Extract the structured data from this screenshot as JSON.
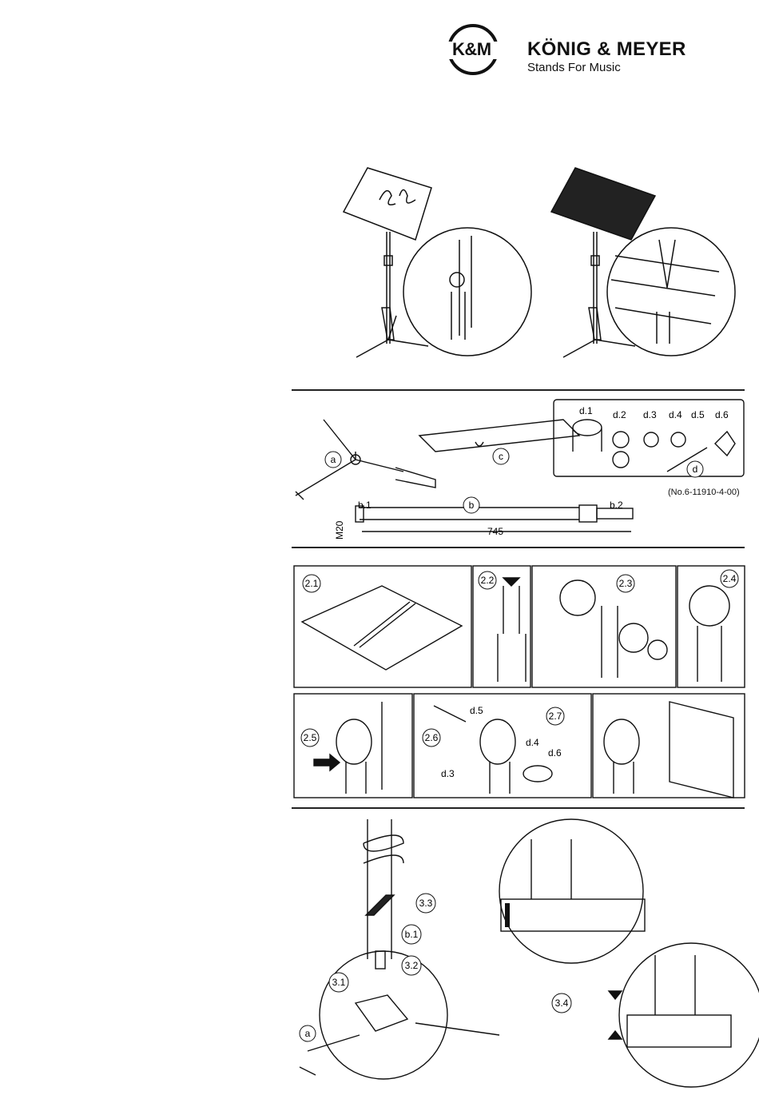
{
  "brand": {
    "logo_mark": "K&M",
    "name": "KÖNIG & MEYER",
    "tagline": "Stands For Music"
  },
  "parts": {
    "a": "a",
    "b": "b",
    "b1": "b.1",
    "b2": "b.2",
    "c": "c",
    "d": "d",
    "d1": "d.1",
    "d2": "d.2",
    "d3": "d.3",
    "d4": "d.4",
    "d5": "d.5",
    "d6": "d.6",
    "part_number": "(No.6-11910-4-00)",
    "thread": "M20",
    "length": "745"
  },
  "steps": {
    "s21": "2.1",
    "s22": "2.2",
    "s23": "2.3",
    "s24": "2.4",
    "s25": "2.5",
    "s26": "2.6",
    "s27": "2.7",
    "s31": "3.1",
    "s32": "3.2",
    "s33": "3.3",
    "s34": "3.4"
  }
}
